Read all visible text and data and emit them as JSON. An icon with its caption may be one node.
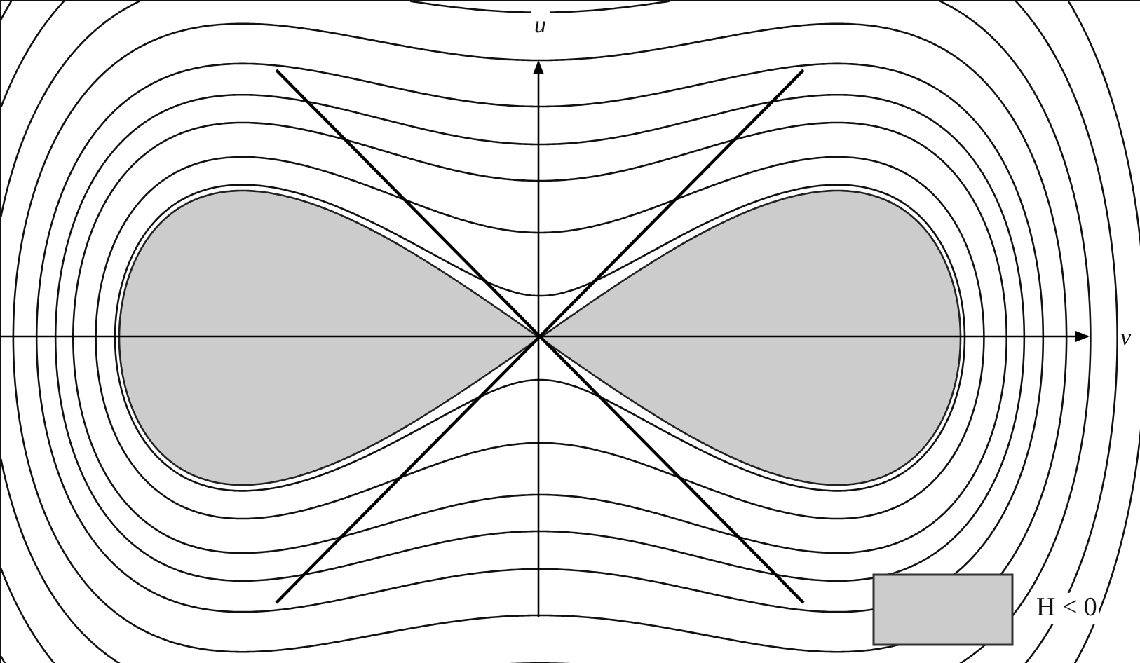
{
  "diagram": {
    "labels": [
      "u",
      "v"
    ],
    "legend": [
      {
        "text": "H < 0",
        "color": "#cccccc"
      }
    ]
  }
}
